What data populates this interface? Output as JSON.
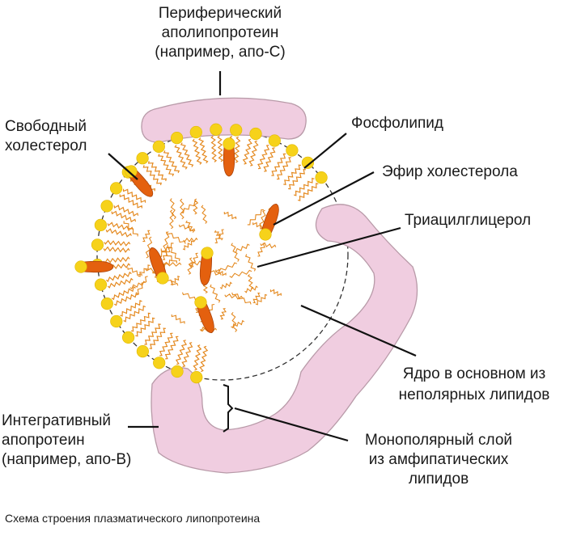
{
  "labels": {
    "peripheral_l1": "Периферический",
    "peripheral_l2": "аполипопротеин",
    "peripheral_l3": "(например, апо-С)",
    "free_chol_l1": "Свободный",
    "free_chol_l2": "холестерол",
    "phospholipid": "Фосфолипид",
    "chol_ester": "Эфир холестерола",
    "triacylglycerol": "Триацилглицерол",
    "core_l1": "Ядро в основном из",
    "core_l2": "неполярных липидов",
    "integral_l1": "Интегративный",
    "integral_l2": "апопротеин",
    "integral_l3": "(например, апо-В)",
    "mono_l1": "Монополярный слой",
    "mono_l2": "из амфипатических",
    "mono_l3": "липидов"
  },
  "caption": "Схема строения плазматического липопротеина",
  "colors": {
    "apoprotein": "#f0cde0",
    "apoprotein_stroke": "#b89aa8",
    "phospholipid_head": "#f6d21a",
    "lipid_tail": "#e4891f",
    "cholesterol": "#e4600e",
    "cholesterol_stroke": "#a8420a"
  }
}
